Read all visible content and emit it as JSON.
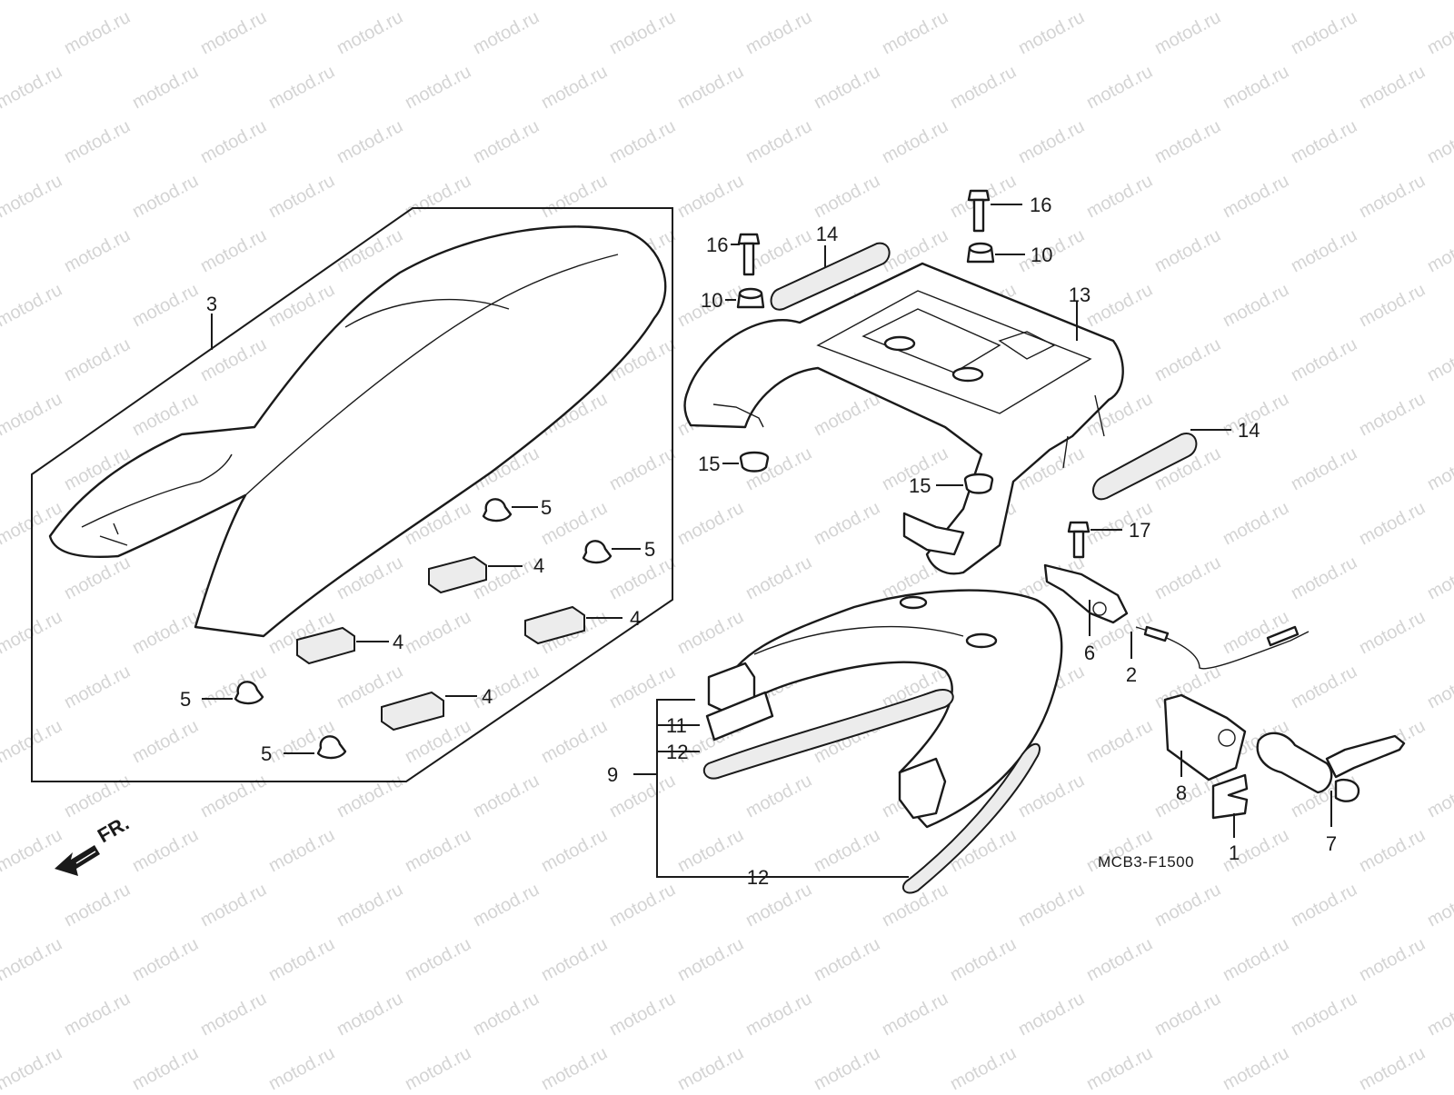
{
  "watermark": "motod.ru",
  "diagram_code": "MCB3-F1500",
  "direction_label": "FR.",
  "callouts": {
    "c1": "1",
    "c2": "2",
    "c3": "3",
    "c4a": "4",
    "c4b": "4",
    "c4c": "4",
    "c4d": "4",
    "c5a": "5",
    "c5b": "5",
    "c5c": "5",
    "c5d": "5",
    "c6": "6",
    "c7": "7",
    "c8": "8",
    "c9": "9",
    "c10a": "10",
    "c10b": "10",
    "c11": "11",
    "c12a": "12",
    "c12b": "12",
    "c13": "13",
    "c14a": "14",
    "c14b": "14",
    "c15a": "15",
    "c15b": "15",
    "c16a": "16",
    "c16b": "16",
    "c17": "17"
  },
  "colors": {
    "line": "#1a1a1a",
    "background": "#ffffff",
    "watermark": "#d4d4d4"
  }
}
